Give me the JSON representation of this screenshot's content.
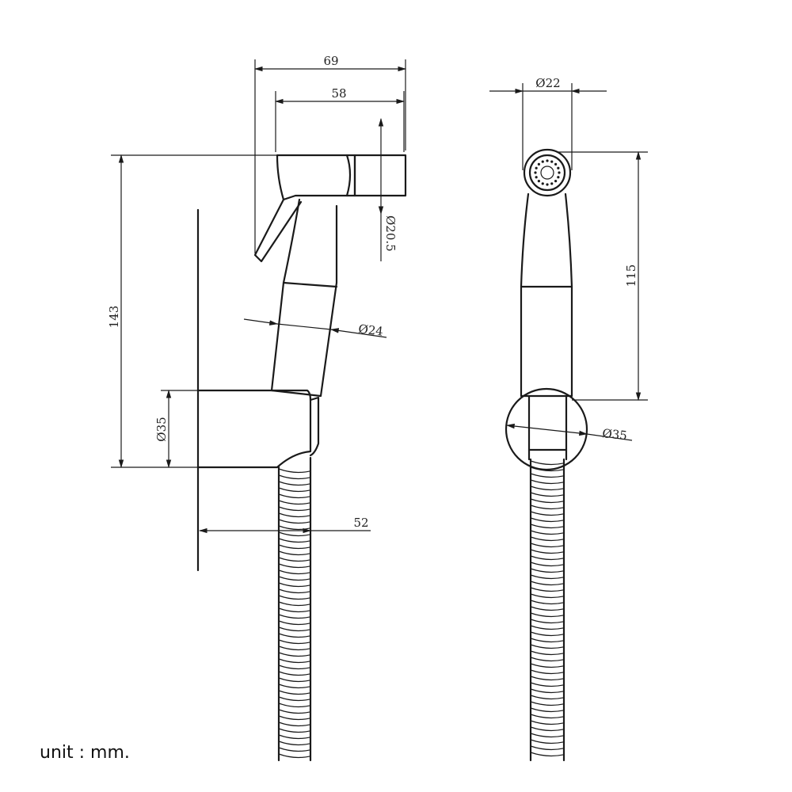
{
  "dimensions": {
    "width_total": "69",
    "width_head": "58",
    "nozzle_diameter": "Ø20.5",
    "handle_diameter": "Ø24",
    "height_total": "143",
    "holder_diameter_side": "Ø35",
    "holder_depth": "52",
    "front_width": "Ø22",
    "front_height": "115",
    "holder_diameter_front": "Ø35"
  },
  "unit_label": "unit : mm."
}
